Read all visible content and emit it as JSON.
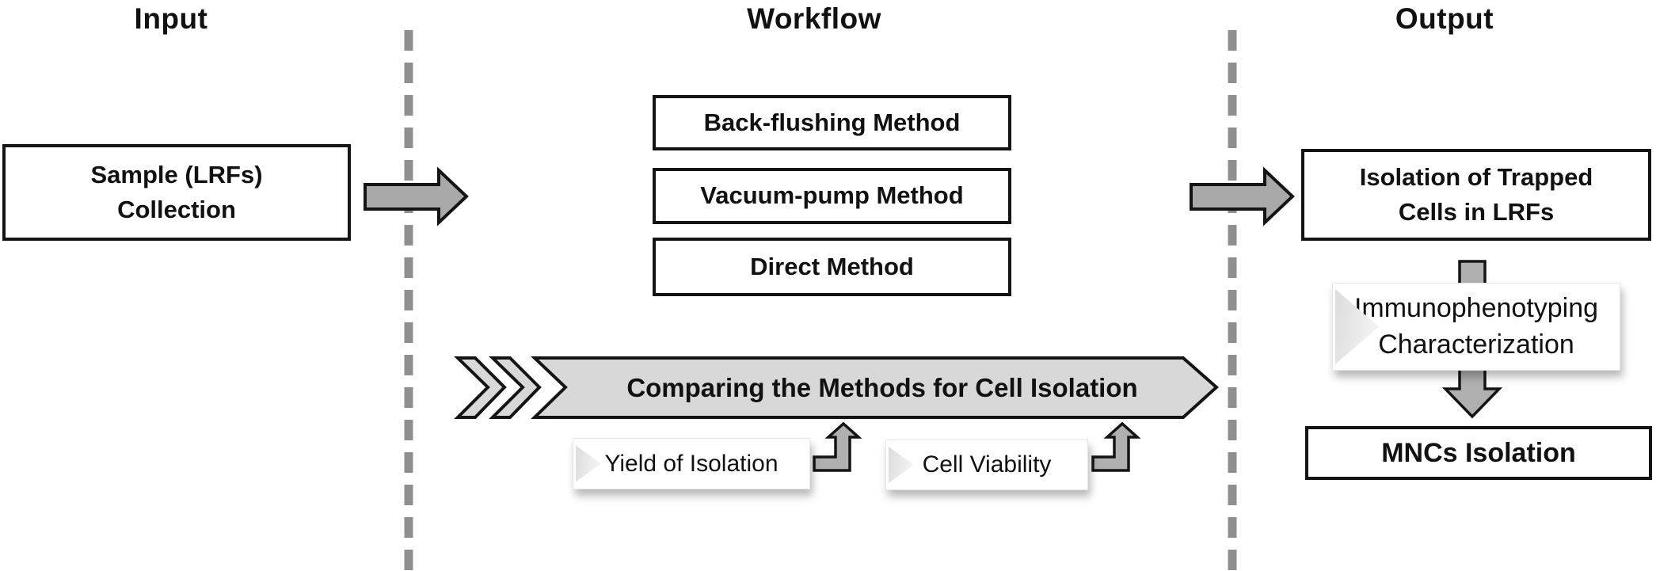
{
  "headers": {
    "input": "Input",
    "workflow": "Workflow",
    "output": "Output"
  },
  "input_section": {
    "sample_box": {
      "line1": "Sample (LRFs)",
      "line2": "Collection"
    }
  },
  "workflow_section": {
    "method_boxes": [
      "Back-flushing Method",
      "Vacuum-pump Method",
      "Direct Method"
    ],
    "comparison_arrow_label": "Comparing the Methods for Cell Isolation",
    "criteria_boxes": [
      "Yield of Isolation",
      "Cell Viability"
    ]
  },
  "output_section": {
    "isolation_box": {
      "line1": "Isolation of Trapped",
      "line2": "Cells in LRFs"
    },
    "immunophenotyping_box": {
      "line1": "Immunophenotyping",
      "line2": "Characterization"
    },
    "mncs_box_label": "MNCs Isolation"
  },
  "colors": {
    "outline": "#141414",
    "text": "#111111",
    "arrow_gray": "#a9a9a9",
    "banner_gray": "#d8d8d8",
    "elbow_gray": "#b0b0b0",
    "dash_gray": "#8f8f8f",
    "bevel_from": "#dcdcdc",
    "bevel_to": "#f7f7f7",
    "soft_border": "#e6e6e6"
  }
}
